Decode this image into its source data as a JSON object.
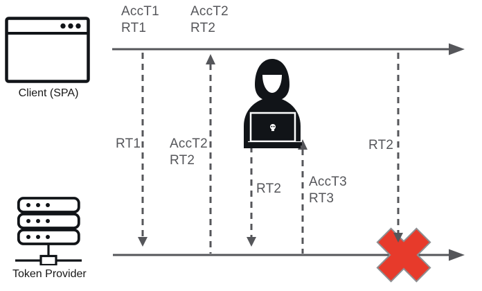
{
  "diagram": {
    "type": "sequence-flow",
    "topic": "refresh-token-rotation-with-attacker",
    "actors": {
      "client": {
        "label": "Client (SPA)",
        "icon": "browser-window-icon"
      },
      "token_provider": {
        "label": "Token Provider",
        "icon": "server-icon"
      },
      "attacker": {
        "label": "",
        "icon": "hacker-laptop-icon"
      }
    },
    "timeline_labels": {
      "top_first": "AccT1\nRT1",
      "top_second": "AccT2\nRT2",
      "mid_rt1": "RT1",
      "mid_acct2": "AccT2\nRT2",
      "mid_rt2": "RT2",
      "mid_acct3": "AccT3\nRT3",
      "right_rt2": "RT2"
    },
    "flows": [
      {
        "label": "RT1",
        "from": "client",
        "to": "token_provider",
        "direction": "down",
        "style": "dashed"
      },
      {
        "label": "AccT2 RT2",
        "from": "token_provider",
        "to": "client",
        "direction": "up",
        "style": "dashed"
      },
      {
        "label": "RT2",
        "from": "attacker",
        "to": "token_provider",
        "direction": "down",
        "style": "dashed"
      },
      {
        "label": "AccT3 RT3",
        "from": "token_provider",
        "to": "attacker",
        "direction": "up",
        "style": "dashed"
      },
      {
        "label": "RT2",
        "from": "client",
        "to": "token_provider",
        "direction": "down",
        "style": "dashed",
        "status": "blocked"
      }
    ],
    "palette": {
      "line_gray": "#55565a",
      "label_gray": "#55565a",
      "icon_black": "#111418",
      "red_x_fill": "#e73a2b",
      "red_x_stroke": "#8d8f92",
      "background": "#ffffff"
    }
  }
}
